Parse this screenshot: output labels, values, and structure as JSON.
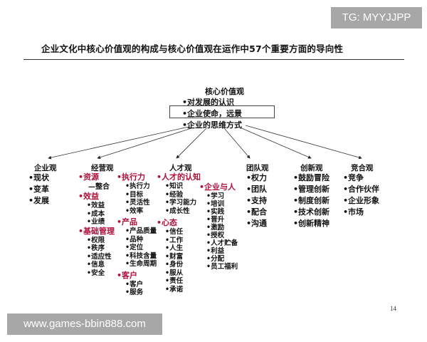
{
  "watermarks": {
    "top": "TG: MYYJJPP",
    "bottom": "www.games-bbin888.com"
  },
  "title": "企业文化中核心价值观的构成与核心价值观在运作中57个重要方面的导向性",
  "page_number": "14",
  "core": {
    "title": "核心价值观",
    "items": [
      "•对发展的认识",
      "•企业使命，远景",
      "•企业的思维方式"
    ],
    "highlighted_index": 1
  },
  "colors": {
    "accent_red": "#b0103a",
    "text": "#111111",
    "watermark_bg": "#a7a7a7"
  },
  "categories": [
    {
      "label": "企业观",
      "items": [
        "•现状",
        "•变革",
        "•发展"
      ]
    },
    {
      "label": "经营观",
      "groups": [
        {
          "label": "•资源",
          "items": [
            "—整合"
          ]
        },
        {
          "label": "•效益",
          "items": [
            "•效益",
            "•成本",
            "•业绩"
          ]
        },
        {
          "label": "•基础管理",
          "items": [
            "•权限",
            "•秩序",
            "•适应性",
            "•信息",
            "•安全"
          ]
        },
        {
          "label": "•执行力",
          "items": [
            "•执行力",
            "•目标",
            "•灵活性",
            "•效率"
          ]
        },
        {
          "label": "•产品",
          "items": [
            "•产品质量",
            "•品种",
            "•定位",
            "•科技含量",
            "•生命周期"
          ]
        },
        {
          "label": "•客户",
          "items": [
            "•客户",
            "•服务"
          ]
        }
      ]
    },
    {
      "label": "人才观",
      "groups": [
        {
          "label": "•人才的认知",
          "items": [
            "•知识",
            "•经验",
            "•学习能力",
            "•成长性"
          ]
        },
        {
          "label": "•心态",
          "items": [
            "•信任",
            "•工作",
            "•人生",
            "•财富",
            "•身份",
            "•服从",
            "•责任",
            "•承诺"
          ]
        },
        {
          "label": "•企业与人",
          "items": [
            "•学习",
            "•培训",
            "•实践",
            "•晋升",
            "•激励",
            "•授权",
            "•人才贮备",
            "•利益",
            "•分配",
            "•员工福利"
          ]
        }
      ]
    },
    {
      "label": "团队观",
      "items": [
        "•权力",
        "•团队",
        "•支持",
        "•配合",
        "•沟通"
      ]
    },
    {
      "label": "创新观",
      "items": [
        "•鼓励冒险",
        "•管理创新",
        "•制度创新",
        "•技术创新",
        "•创新精神"
      ]
    },
    {
      "label": "竞合观",
      "items": [
        "•竞争",
        "•合作伙伴",
        "•企业形象",
        "•市场"
      ]
    }
  ]
}
